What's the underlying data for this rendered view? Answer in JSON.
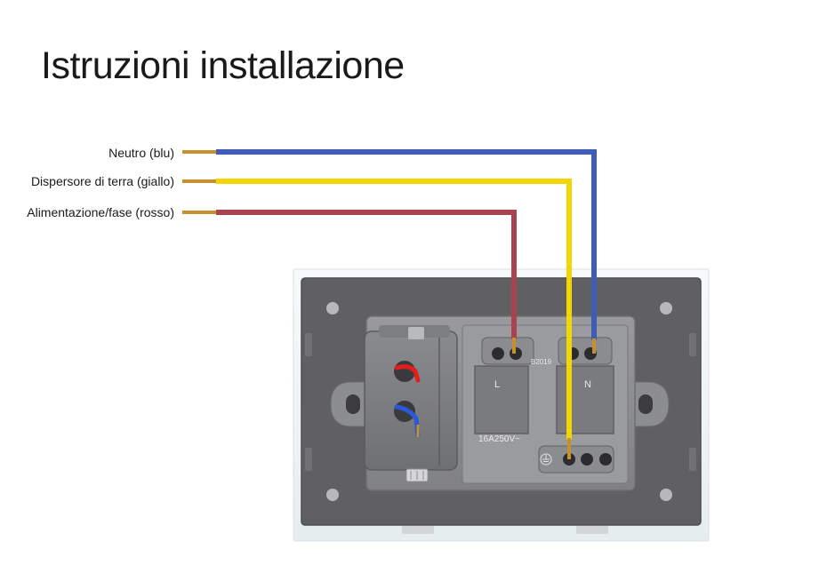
{
  "title": "Istruzioni installazione",
  "wires": {
    "neutral": {
      "label": "Neutro (blu)",
      "color": "#3e5cb8"
    },
    "earth": {
      "label": "Dispersore di terra (giallo)",
      "color": "#f3d600"
    },
    "live": {
      "label": "Alimentazione/fase (rosso)",
      "color": "#a8434f"
    }
  },
  "socket": {
    "terminal_L": "L",
    "terminal_N": "N",
    "rating": "16A250V~",
    "code": "B2019"
  },
  "colors": {
    "frame": "#eef3f5",
    "plate": "#5f5f61",
    "module": "#8f9093",
    "copper": "#c8902c"
  }
}
